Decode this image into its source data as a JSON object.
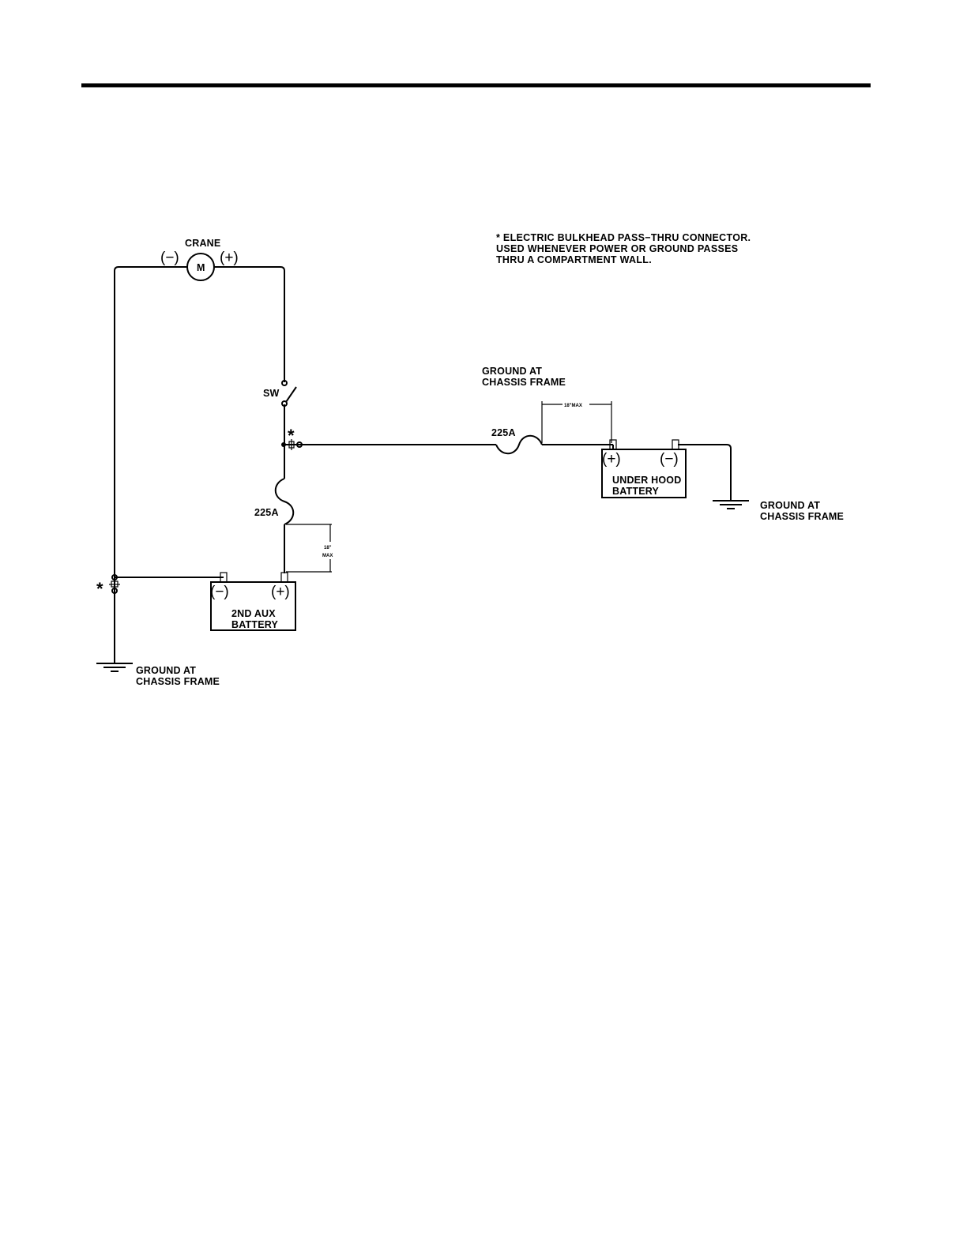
{
  "labels": {
    "crane": "CRANE",
    "motor": "M",
    "minus": "(−)",
    "plus": "(+)",
    "switch": "SW",
    "fuse_left": "225A",
    "fuse_right": "225A",
    "dim_right": "18\"MAX",
    "dim_left_1": "18\"",
    "dim_left_2": "MAX",
    "star": "*"
  },
  "note": {
    "line1": "*  ELECTRIC  BULKHEAD  PASS−THRU  CONNECTOR.",
    "line2": "USED  WHENEVER  POWER  OR  GROUND  PASSES",
    "line3": "THRU  A  COMPARTMENT  WALL."
  },
  "ground_top": {
    "line1": "GROUND  AT",
    "line2": "CHASSIS  FRAME"
  },
  "ground_right": {
    "line1": "GROUND  AT",
    "line2": "CHASSIS  FRAME"
  },
  "ground_bottom": {
    "line1": "GROUND  AT",
    "line2": "CHASSIS  FRAME"
  },
  "battery_aux": {
    "minus": "(−)",
    "plus": "(+)",
    "line1": "2ND  AUX",
    "line2": "BATTERY"
  },
  "battery_hood": {
    "plus": "(+)",
    "minus": "(−)",
    "line1": "UNDER  HOOD",
    "line2": "BATTERY"
  }
}
